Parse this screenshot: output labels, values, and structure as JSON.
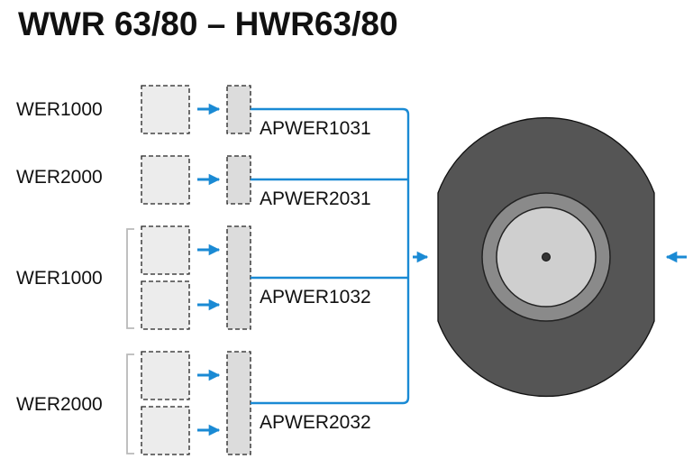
{
  "title": "WWR 63/80 – HWR63/80",
  "groups": [
    {
      "source": "WER1000",
      "adapter": "APWER1031"
    },
    {
      "source": "WER2000",
      "adapter": "APWER2031"
    },
    {
      "source": "WER1000",
      "adapter": "APWER1032"
    },
    {
      "source": "WER2000",
      "adapter": "APWER2032"
    }
  ],
  "colors": {
    "accent": "#1a8ad4",
    "box_fill": "#ececec",
    "adapter_fill": "#dcdcdc",
    "disc_dark": "#555555",
    "disc_ring": "#8a8a8a",
    "disc_center": "#cfcfcf"
  }
}
